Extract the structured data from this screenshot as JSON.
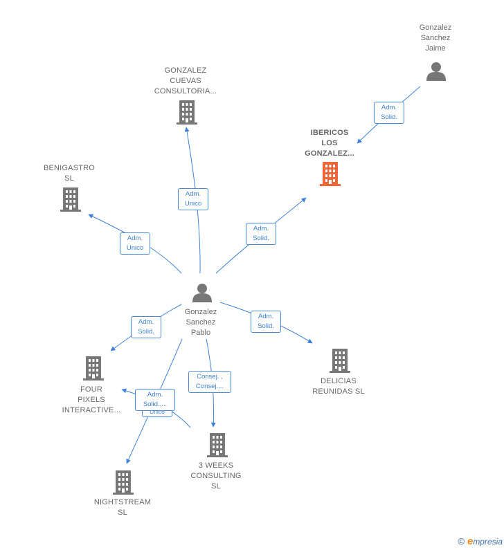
{
  "colors": {
    "edge": "#3f82d8",
    "node_gray": "#777777",
    "node_highlight": "#f0643a"
  },
  "nodes": {
    "pablo": {
      "label": "Gonzalez\nSanchez\nPablo",
      "kind": "person-icon"
    },
    "jaime": {
      "label": "Gonzalez\nSanchez\nJaime",
      "kind": "person-icon"
    },
    "cuevas": {
      "label": "GONZALEZ\nCUEVAS\nCONSULTORIA...",
      "kind": "building-icon"
    },
    "ibericos": {
      "label": "IBERICOS\nLOS\nGONZALEZ...",
      "kind": "building-icon"
    },
    "benigastro": {
      "label": "BENIGASTRO\nSL",
      "kind": "building-icon"
    },
    "fourpixels": {
      "label": "FOUR\nPIXELS\nINTERACTIVE...",
      "kind": "building-icon"
    },
    "delicias": {
      "label": "DELICIAS\nREUNIDAS SL",
      "kind": "building-icon"
    },
    "threeweeks": {
      "label": "3 WEEKS\nCONSULTING\nSL",
      "kind": "building-icon"
    },
    "nightstream": {
      "label": "NIGHTSTREAM\nSL",
      "kind": "building-icon"
    }
  },
  "edges": {
    "jaime_ibericos": "Adm.\nSolid.",
    "pablo_cuevas": "Adm.\nUnico",
    "pablo_benigastro": "Adm.\nUnico",
    "pablo_ibericos": "Adm.\nSolid.",
    "pablo_fourpixels": "Adm.\nSolid.",
    "pablo_delicias": "Adm.\nSolid.",
    "pablo_threeweeks": "Consej. ,\nConsej....",
    "pablo_nightstream_back": "Unico",
    "pablo_nightstream": "Adm.\nSolid.,..."
  },
  "footer": {
    "copyright": "©",
    "brand_initial": "e",
    "brand_rest": "mpresia"
  }
}
